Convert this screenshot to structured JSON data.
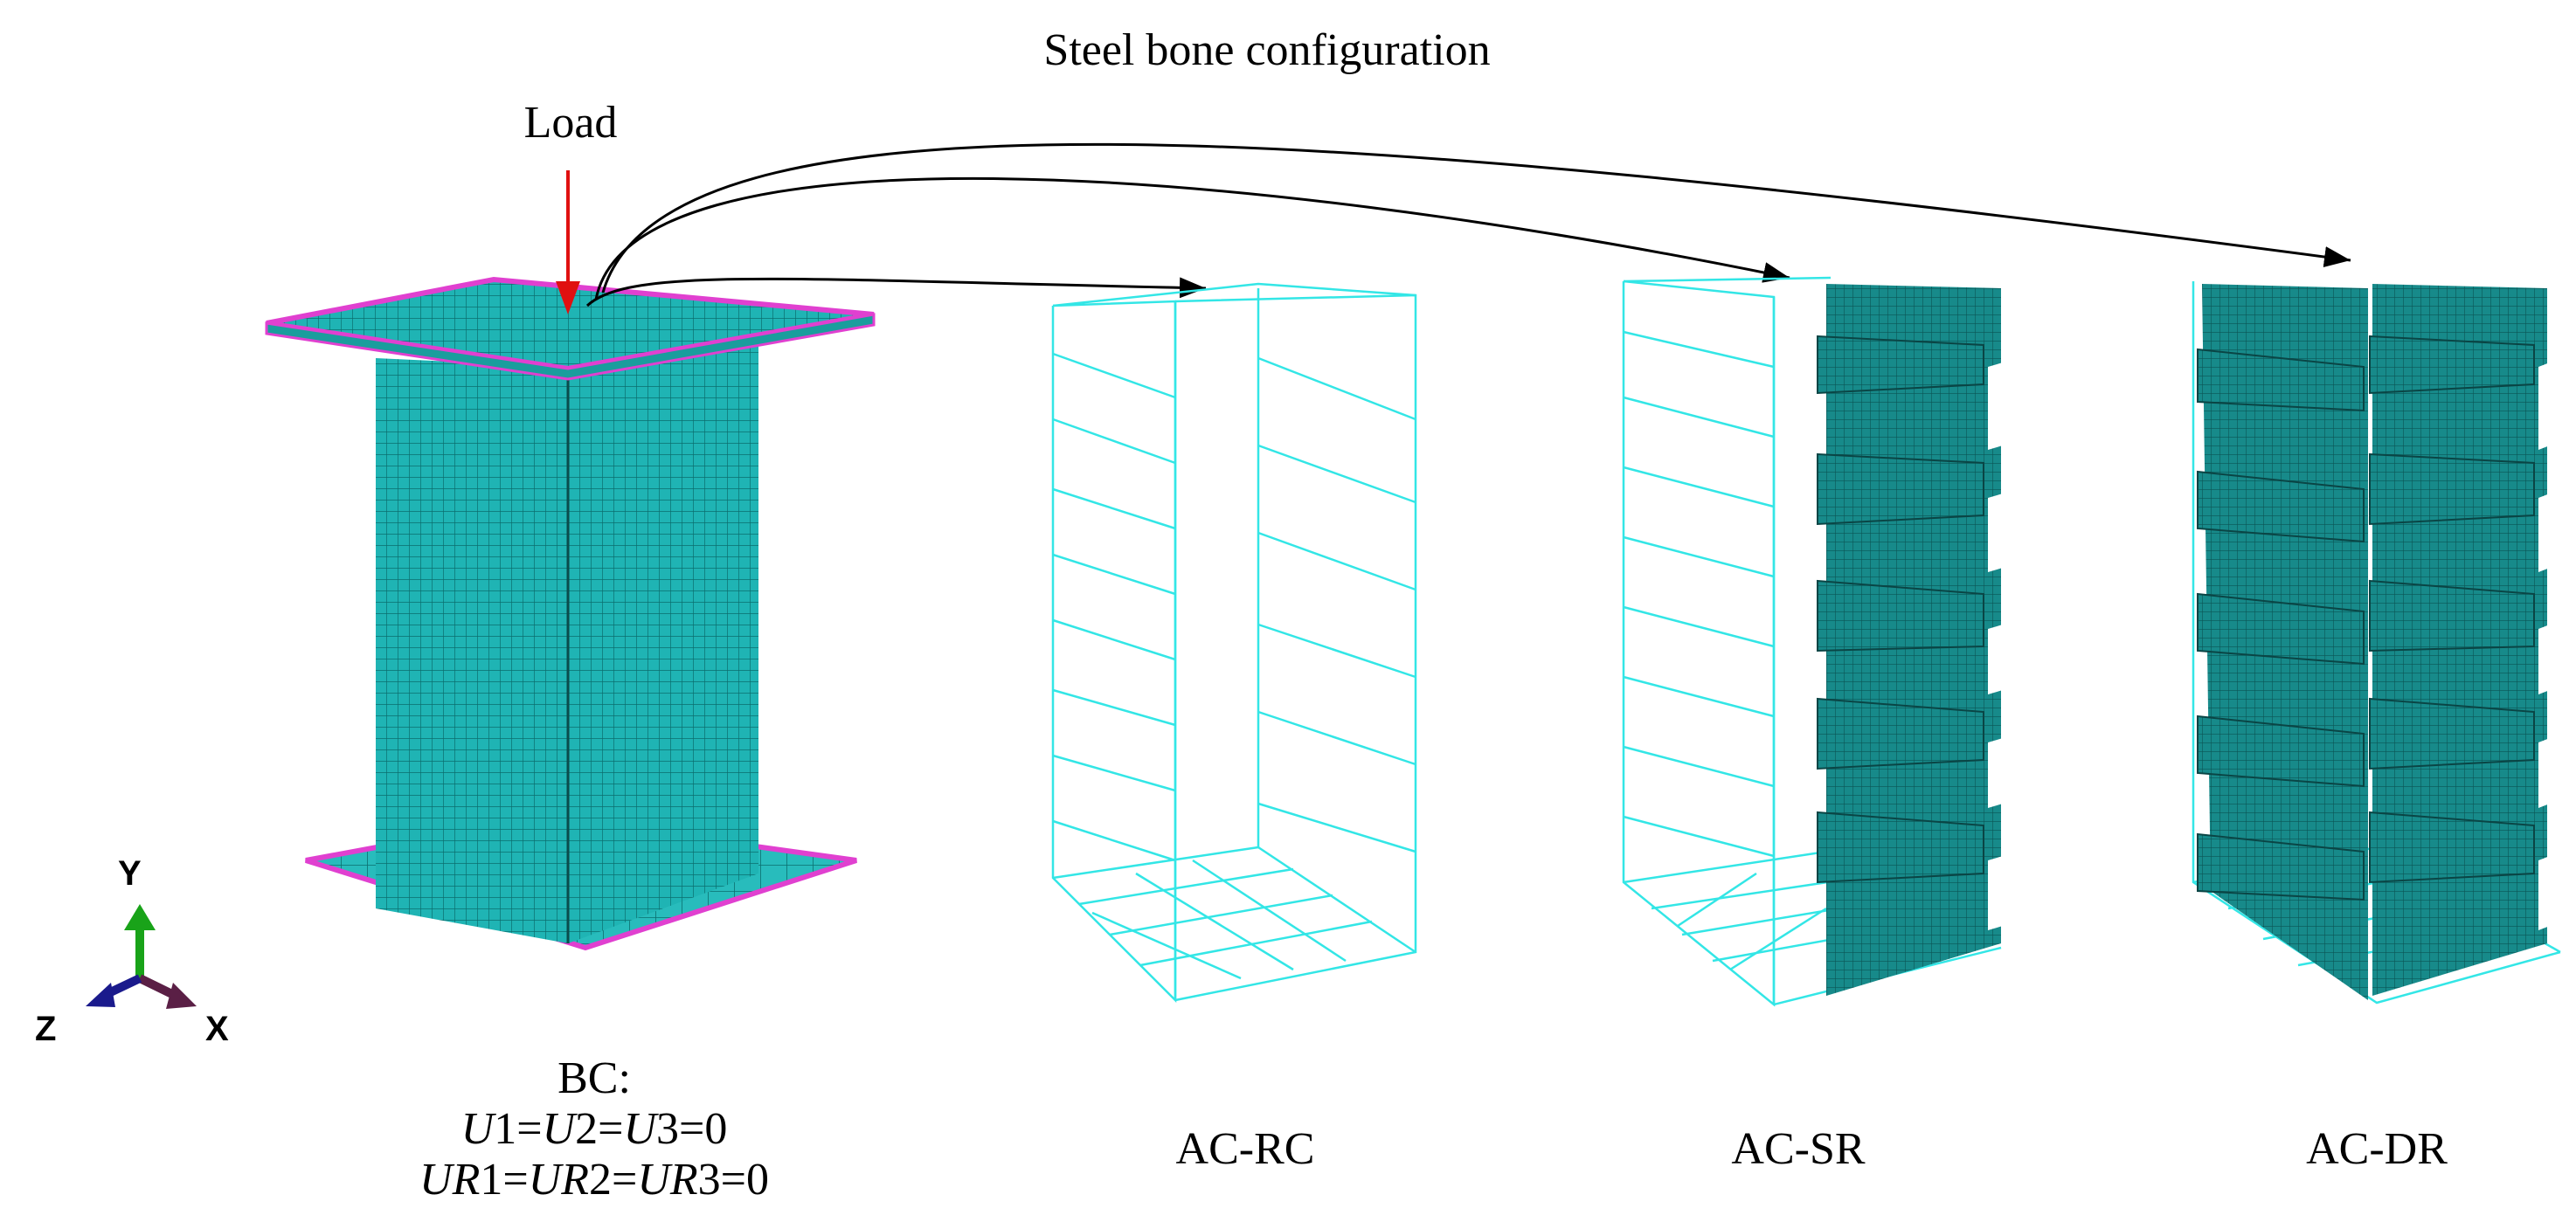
{
  "title": "Steel bone configuration",
  "load_label": "Load",
  "bc": {
    "heading": "BC:",
    "line1": [
      {
        "text": "U",
        "italic": true
      },
      {
        "text": "1=",
        "italic": false
      },
      {
        "text": "U",
        "italic": true
      },
      {
        "text": "2=",
        "italic": false
      },
      {
        "text": "U",
        "italic": true
      },
      {
        "text": "3=0",
        "italic": false
      }
    ],
    "line2": [
      {
        "text": "UR",
        "italic": true
      },
      {
        "text": "1=",
        "italic": false
      },
      {
        "text": "UR",
        "italic": true
      },
      {
        "text": "2=",
        "italic": false
      },
      {
        "text": "UR",
        "italic": true
      },
      {
        "text": "3=0",
        "italic": false
      }
    ]
  },
  "configurations": [
    {
      "id": "ac-rc",
      "label": "AC-RC"
    },
    {
      "id": "ac-sr",
      "label": "AC-SR"
    },
    {
      "id": "ac-dr",
      "label": "AC-DR"
    }
  ],
  "triad": {
    "x_label": "X",
    "y_label": "Y",
    "z_label": "Z"
  },
  "colors": {
    "mesh_fill": "#1fb4b4",
    "mesh_line": "#0b6e6e",
    "wire": "#33e6e6",
    "plate_edge": "#e040d0",
    "load_arrow": "#e01010",
    "steel_fill": "#157f7f",
    "y_axis": "#19a319",
    "x_axis": "#5a1f45",
    "z_axis": "#1a1a8c"
  }
}
